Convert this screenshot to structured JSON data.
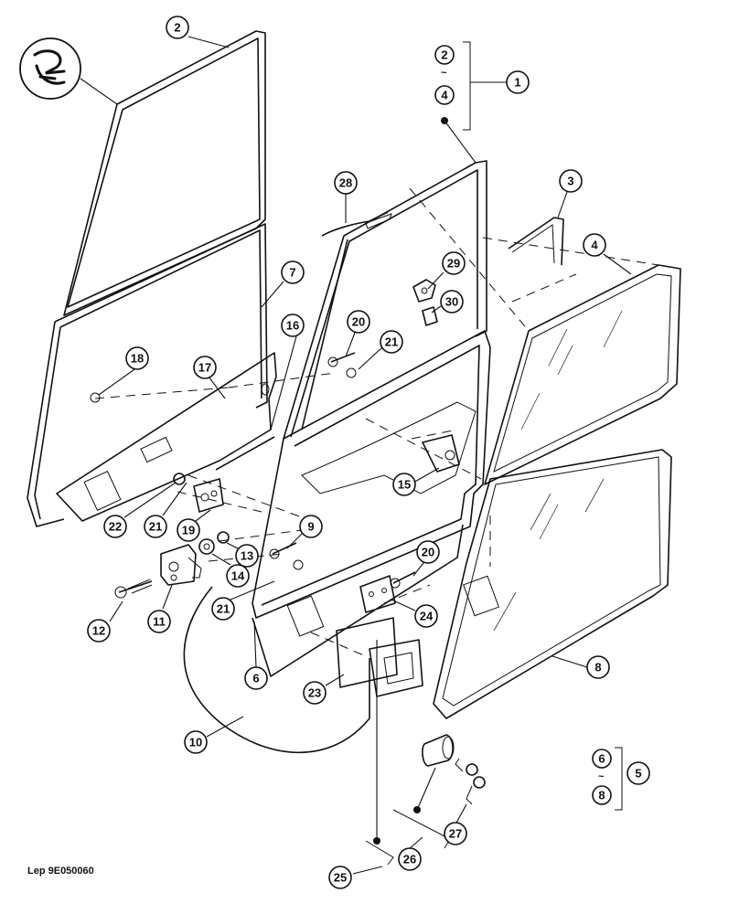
{
  "diagram": {
    "reference_code": "Lep 9E050060",
    "callouts": [
      "2",
      "1",
      "2",
      "4",
      "28",
      "3",
      "4",
      "29",
      "30",
      "7",
      "20",
      "21",
      "16",
      "18",
      "17",
      "15",
      "22",
      "21",
      "19",
      "9",
      "13",
      "14",
      "20",
      "24",
      "12",
      "11",
      "21",
      "6",
      "23",
      "8",
      "10",
      "6",
      "8",
      "5",
      "27",
      "26",
      "25"
    ],
    "group_labels": {
      "group_1": {
        "from": "2",
        "tilde": "~",
        "to": "4",
        "parent": "1"
      },
      "group_5": {
        "from": "6",
        "tilde": "~",
        "to": "8",
        "parent": "5"
      }
    },
    "icons": [
      "seal-profile-icon"
    ]
  }
}
